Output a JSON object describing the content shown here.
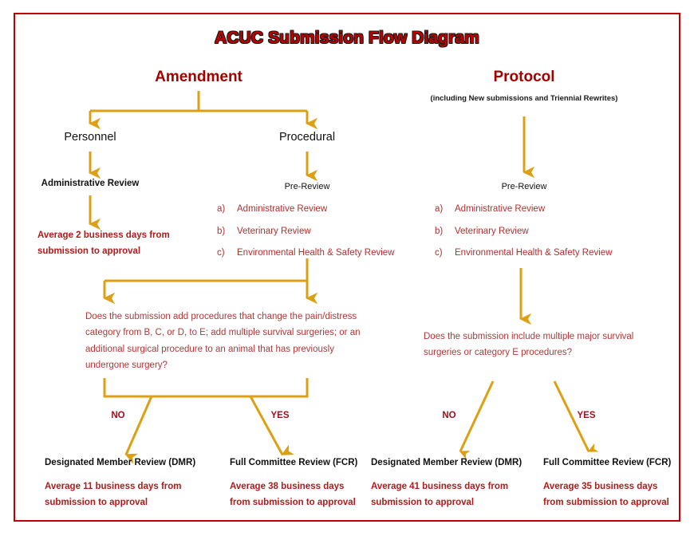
{
  "page": {
    "title": "ACUC Submission Flow Diagram",
    "border_color": "#C00000",
    "arrow_color": "#DDA013",
    "title_color": "#C00000",
    "red_text_color": "#B01B1B"
  },
  "amendment": {
    "heading": "Amendment",
    "personnel": {
      "label": "Personnel",
      "stage": "Administrative Review",
      "metric": "Average 2 business days from submission to approval"
    },
    "procedural": {
      "label": "Procedural",
      "stage": "Pre-Review",
      "items": [
        {
          "mark": "a)",
          "text": "Administrative Review"
        },
        {
          "mark": "b)",
          "text": "Veterinary Review"
        },
        {
          "mark": "c)",
          "text": "Environmental Health & Safety Review"
        }
      ]
    },
    "question": "Does the submission add procedures that change the pain/distress category from B, C, or D, to E; add multiple survival surgeries; or an additional surgical procedure to an animal that has previously undergone surgery?",
    "branch_no_label": "NO",
    "branch_yes_label": "YES",
    "outcome_no": {
      "title": "Designated Member Review (DMR)",
      "metric": "Average 11 business days from submission to approval"
    },
    "outcome_yes": {
      "title": "Full Committee Review (FCR)",
      "metric": "Average 38 business days from submission to approval"
    }
  },
  "protocol": {
    "heading": "Protocol",
    "subnote": "(including New submissions and Triennial Rewrites)",
    "stage": "Pre-Review",
    "items": [
      {
        "mark": "a)",
        "text": "Administrative Review"
      },
      {
        "mark": "b)",
        "text": "Veterinary Review"
      },
      {
        "mark": "c)",
        "text": "Environmental Health & Safety Review"
      }
    ],
    "question": "Does the submission include multiple major survival surgeries or category E procedures?",
    "branch_no_label": "NO",
    "branch_yes_label": "YES",
    "outcome_no": {
      "title": "Designated Member Review (DMR)",
      "metric": "Average 41 business days from submission to approval"
    },
    "outcome_yes": {
      "title": "Full Committee Review (FCR)",
      "metric": "Average 35 business days from submission to approval"
    }
  }
}
